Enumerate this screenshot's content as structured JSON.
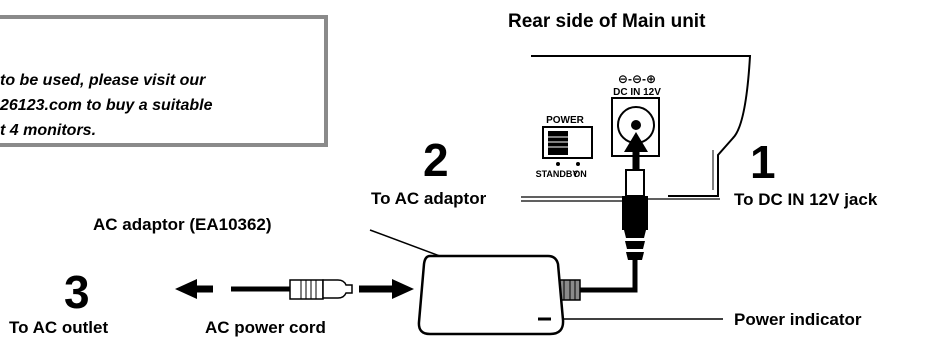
{
  "title": "Rear side of Main unit",
  "note": {
    "lines": [
      "to be used, please visit our",
      "26123.com to buy a suitable",
      "t 4 monitors."
    ]
  },
  "panel": {
    "jack_symbols": "⊖-⊖-⊕",
    "jack_label": "DC IN 12V",
    "power_label": "POWER",
    "switch_standby": "STANDBY",
    "switch_on": "ON"
  },
  "steps": [
    {
      "number": "1",
      "label": "To DC IN 12V jack"
    },
    {
      "number": "2",
      "label": "To AC adaptor"
    },
    {
      "number": "3",
      "label": "To AC outlet"
    }
  ],
  "labels": {
    "adaptor": "AC adaptor (EA10362)",
    "power_cord": "AC power cord",
    "power_indicator": "Power indicator"
  },
  "colors": {
    "ink": "#000000",
    "note_border": "#8a8a8a",
    "adaptor_body": "#ffffff",
    "strain_relief": "#8a8a8a"
  }
}
